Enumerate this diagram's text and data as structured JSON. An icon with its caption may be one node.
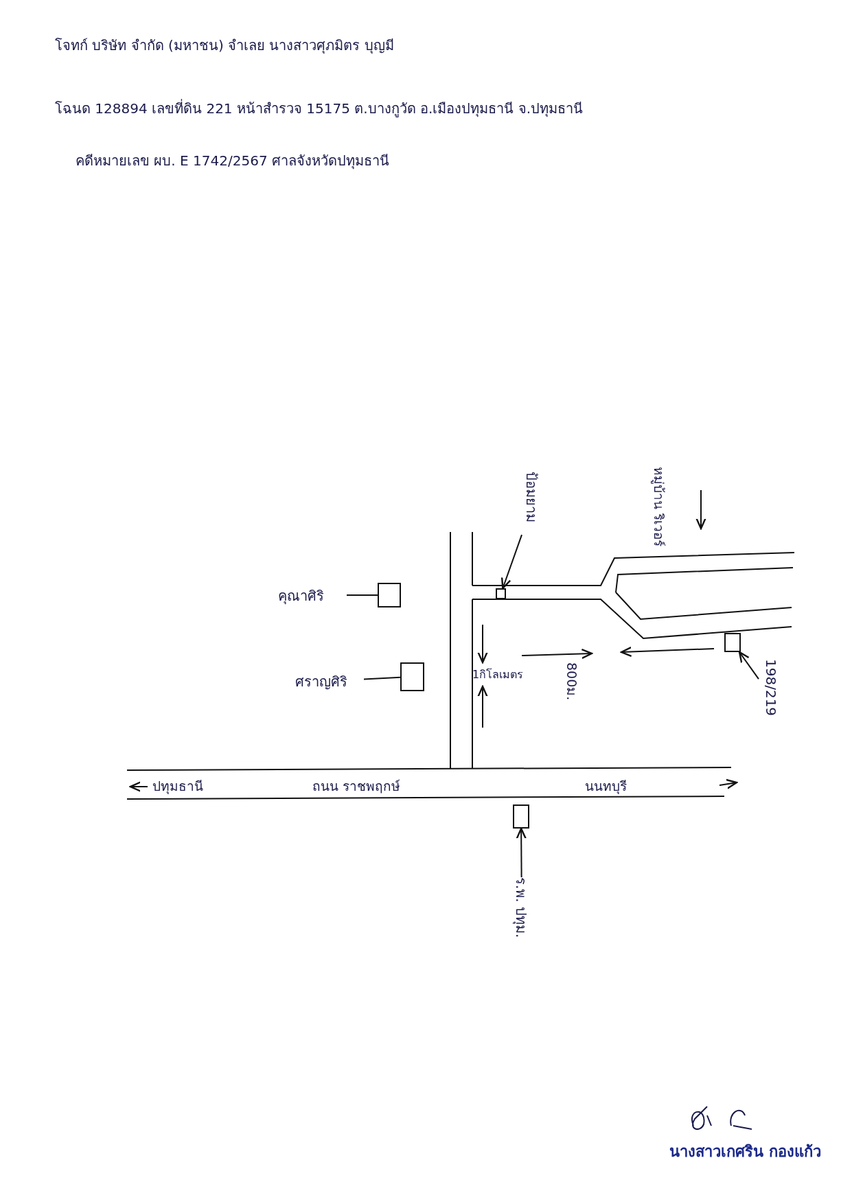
{
  "diagram": {
    "nodes": [
      {
        "text": [
          "คุณาศิริ"
        ]
      },
      {
        "text": [],
        "shape": "box"
      },
      {
        "text": [
          "ศราญศิริ"
        ]
      },
      {
        "text": [],
        "shape": "box"
      },
      {
        "text": [
          "ป้อมยาม"
        ]
      },
      {
        "text": [],
        "shape": "box"
      },
      {
        "text": [
          "198/219"
        ]
      },
      {
        "text": [],
        "shape": "box"
      },
      {
        "text": [],
        "shape": "box"
      },
      {
        "text": [
          "ร.พ. ปทุม."
        ]
      }
    ],
    "edges": [
      {
        "from": 0,
        "to": 1,
        "arrow": "none"
      },
      {
        "from": 2,
        "to": 3,
        "arrow": "none"
      },
      {
        "from": 4,
        "to": 5,
        "arrow": "to"
      },
      {
        "from": 6,
        "to": 7,
        "arrow": "to"
      },
      {
        "from": 9,
        "to": 8,
        "arrow": "to"
      }
    ],
    "labels": [
      "โจทก์ บริษัท จำกัด (มหาชน) จำเลย นางสาวศุภมิตร บุญมี",
      "โฉนด 128894 เลขที่ดิน 221 หน้าสำรวจ 15175 ต.บางกูวัด อ.เมืองปทุมธานี จ.ปทุมธานี",
      "คดีหมายเลข ผบ. E 1742/2567 ศาลจังหวัดปทุมธานี",
      "หมู่บ้าน ริเวอร์",
      "1กิโลเมตร",
      "800ม.",
      "ปทุมธานี",
      "ถนน ราชพฤกษ์",
      "นนทบุรี",
      "นางสาวเกศริน กองแก้ว"
    ]
  }
}
